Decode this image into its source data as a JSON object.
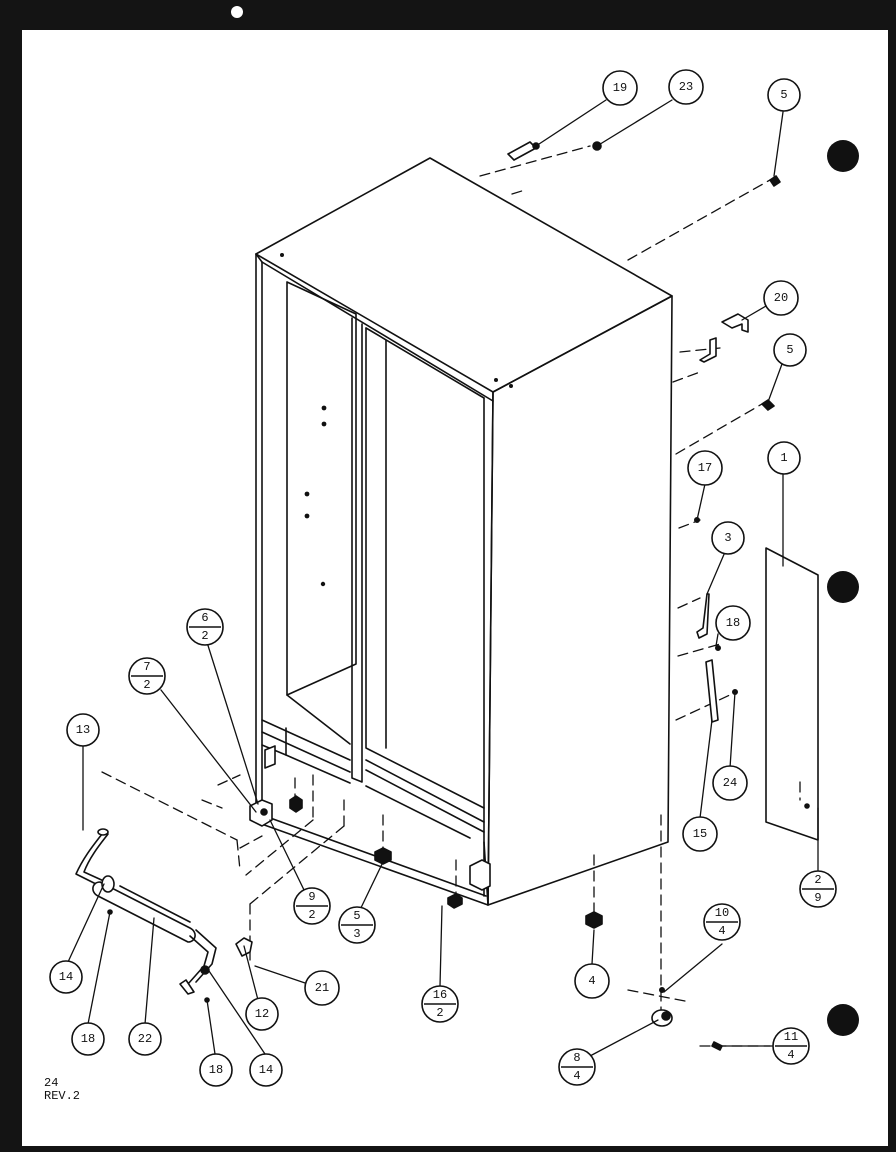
{
  "parts": {
    "p19": "19",
    "p23": "23",
    "p5a": "5",
    "p20": "20",
    "p5b": "5",
    "p1": "1",
    "p17": "17",
    "p3": "3",
    "p18a": "18",
    "p24": "24",
    "p15": "15",
    "p2_9": [
      "2",
      "9"
    ],
    "p6_2": [
      "6",
      "2"
    ],
    "p7_2": [
      "7",
      "2"
    ],
    "p13": "13",
    "p9_2": [
      "9",
      "2"
    ],
    "p5_3": [
      "5",
      "3"
    ],
    "p16_2": [
      "16",
      "2"
    ],
    "p4": "4",
    "p10_4": [
      "10",
      "4"
    ],
    "p11_4": [
      "11",
      "4"
    ],
    "p8_4": [
      "8",
      "4"
    ],
    "p14a": "14",
    "p18b": "18",
    "p22": "22",
    "p12": "12",
    "p21": "21",
    "p18c": "18",
    "p14b": "14"
  },
  "caption": {
    "page": "24",
    "rev": "REV.2"
  },
  "colors": {
    "ink": "#111111",
    "paper": "#ffffff",
    "border": "#141414"
  }
}
